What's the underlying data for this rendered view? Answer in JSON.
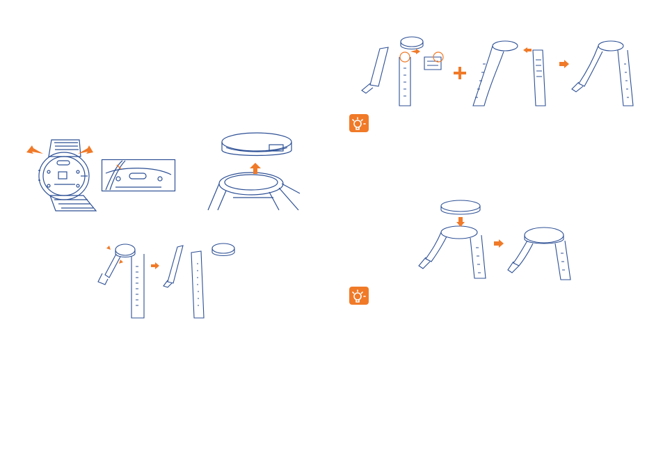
{
  "page": {
    "layout": "two-page spread",
    "colors": {
      "line": "#2c4f94",
      "accent": "#f07a28",
      "background": "#ffffff"
    }
  },
  "left_page": {
    "figures": [
      {
        "id": "remove-back-straps",
        "icons": [
          "watch-back-icon",
          "spread-arrow-icon"
        ]
      },
      {
        "id": "back-detail-inset",
        "icons": [
          "watch-back-detail-icon"
        ]
      },
      {
        "id": "lift-module",
        "icons": [
          "watch-module-icon",
          "up-arrow-icon"
        ]
      },
      {
        "id": "detach-module-from-strap",
        "icons": [
          "strap-icon",
          "right-arrow-icon",
          "watch-module-icon"
        ]
      }
    ]
  },
  "right_page": {
    "figures": [
      {
        "id": "attach-strap-halves",
        "icons": [
          "strap-icon",
          "plus-icon",
          "right-arrow-icon"
        ]
      },
      {
        "id": "insert-module-into-strap",
        "icons": [
          "watch-module-icon",
          "down-arrow-icon",
          "right-arrow-icon"
        ]
      }
    ],
    "tips": [
      {
        "icon": "lightbulb-icon"
      },
      {
        "icon": "lightbulb-icon"
      }
    ]
  }
}
